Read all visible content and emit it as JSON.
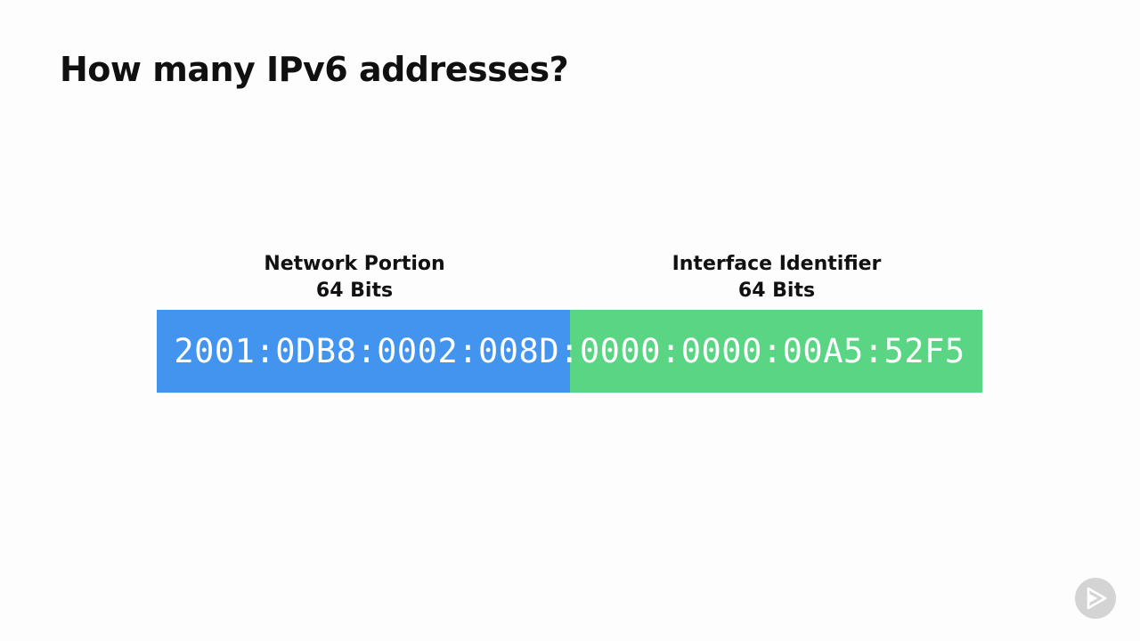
{
  "slide": {
    "title": "How many IPv6 addresses?"
  },
  "network_portion": {
    "name": "Network Portion",
    "bits": "64 Bits",
    "color": "#4294ee"
  },
  "interface_identifier": {
    "name": "Interface Identifier",
    "bits": "64 Bits",
    "color": "#5ad584"
  },
  "address": {
    "value": "2001:0DB8:0002:008D:0000:0000:00A5:52F5"
  },
  "branding": {
    "logo_icon": "play-logo-icon",
    "logo_color": "#d4d4d4"
  }
}
